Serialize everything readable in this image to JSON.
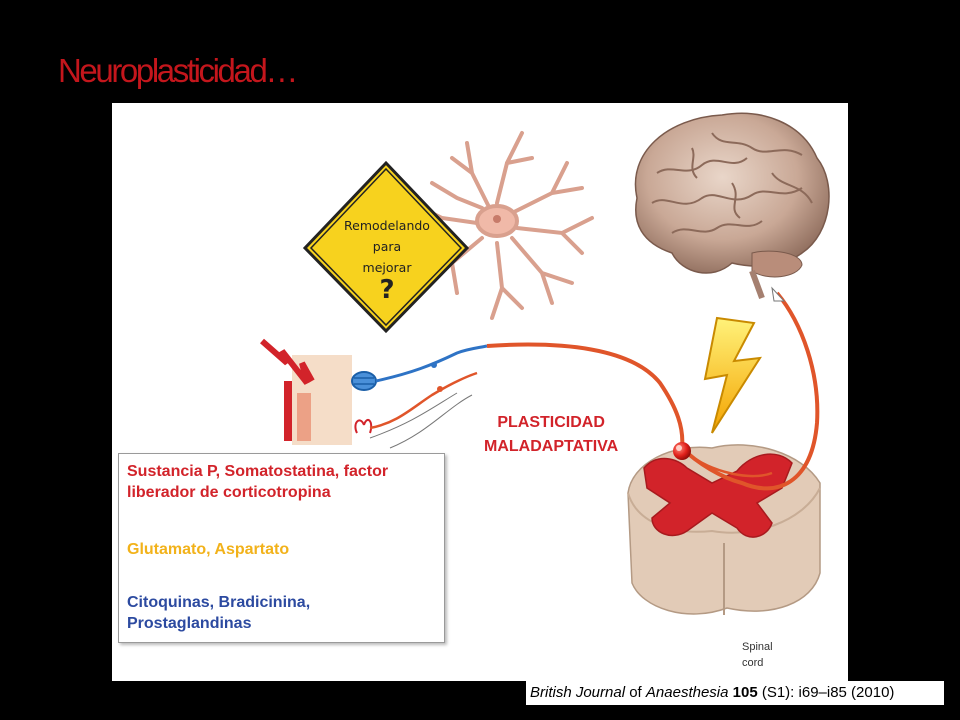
{
  "slide": {
    "title": "Neuroplasticidad…",
    "accent_color": "#c4161c"
  },
  "figure": {
    "sign": {
      "line1": "Remodelando",
      "line2": "para",
      "line3": "mejorar",
      "mark": "?"
    },
    "legend": {
      "row1": "Sustancia P, Somatostatina, factor liberador de corticotropina",
      "row2": "Glutamato, Aspartato",
      "row3": "Citoquinas, Bradicinina, Prostaglandinas"
    },
    "plasticity_label": {
      "line1": "PLASTICIDAD",
      "line2": "MALADAPTATIVA"
    },
    "spinal_cord_label": {
      "line1": "Spinal",
      "line2": "cord"
    },
    "icons": [
      "neuron-icon",
      "brain-icon",
      "lightning-bolt-icon",
      "warning-sign-icon",
      "spinal-cord-icon",
      "skin-injury-icon"
    ],
    "colors": {
      "row1": "#d2232a",
      "row2": "#f2b21a",
      "row3": "#2c4aa0",
      "nerve": "#e0552a",
      "sign": "#f7d21e"
    }
  },
  "citation": {
    "journal": "British Journal",
    "of": "of",
    "name": "Anaesthesia",
    "volume": "105",
    "details": "(S1): i69–i85 (2010)"
  }
}
